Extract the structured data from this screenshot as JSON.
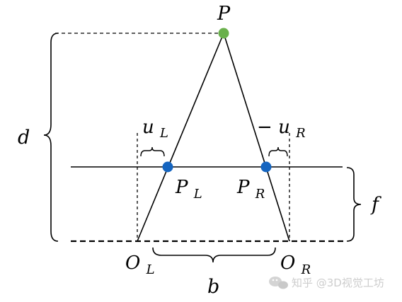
{
  "labels": {
    "point": "P",
    "depth": "d",
    "focal": "f",
    "baseline": "b",
    "u_left_base": "u",
    "u_left_sub": "L",
    "u_right_prefix": "−",
    "u_right_base": "u",
    "u_right_sub": "R",
    "p_left_base": "P",
    "p_left_sub": "L",
    "p_right_base": "P",
    "p_right_sub": "R",
    "o_left_base": "O",
    "o_left_sub": "L",
    "o_right_base": "O",
    "o_right_sub": "R"
  },
  "watermark": {
    "text": "知乎 @3D视觉工坊"
  },
  "colors": {
    "point_fill": "#6ab04c",
    "projection_fill": "#1565c0",
    "line": "#000000"
  }
}
